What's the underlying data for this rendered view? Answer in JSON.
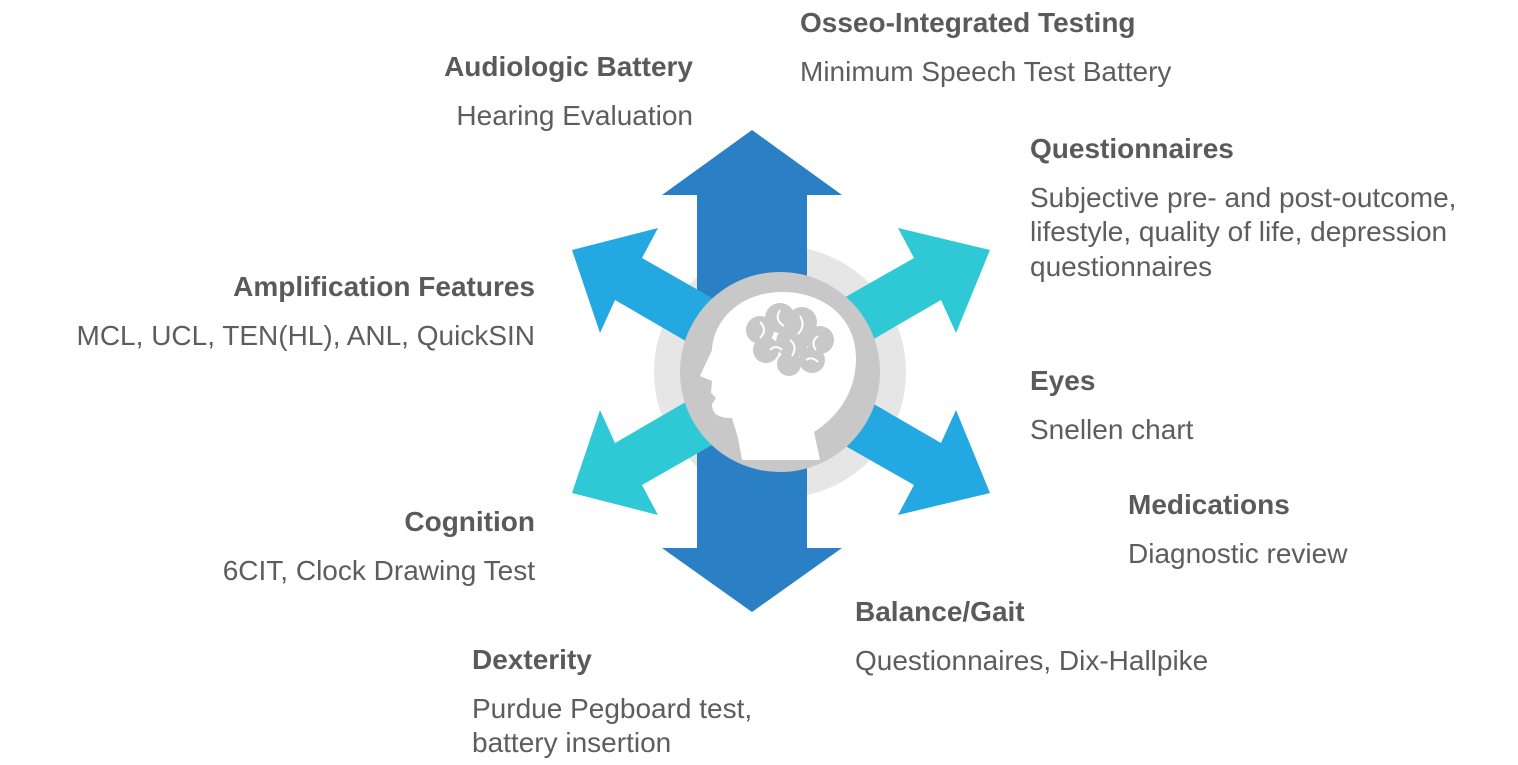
{
  "colors": {
    "blue_dark": "#2b7fc4",
    "blue_mid": "#24a8e1",
    "teal": "#2ec9d5",
    "halo": "#e6e6e6",
    "circle": "#c8c8c8",
    "head": "#ffffff",
    "brain": "#c8c8c8"
  },
  "center_icon": "head-with-brain-icon",
  "items": [
    {
      "title": "Audiologic Battery",
      "desc": "Hearing Evaluation"
    },
    {
      "title": "Osseo-Integrated Testing",
      "desc": "Minimum Speech Test Battery"
    },
    {
      "title": "Questionnaires",
      "desc": "Subjective pre- and post-outcome,\nlifestyle, quality of life, depression\nquestionnaires"
    },
    {
      "title": "Amplification Features",
      "desc": "MCL, UCL, TEN(HL), ANL, QuickSIN"
    },
    {
      "title": "Eyes",
      "desc": "Snellen chart"
    },
    {
      "title": "Medications",
      "desc": "Diagnostic review"
    },
    {
      "title": "Cognition",
      "desc": "6CIT, Clock Drawing Test"
    },
    {
      "title": "Balance/Gait",
      "desc": "Questionnaires, Dix-Hallpike"
    },
    {
      "title": "Dexterity",
      "desc": "Purdue Pegboard test,\nbattery insertion"
    }
  ]
}
